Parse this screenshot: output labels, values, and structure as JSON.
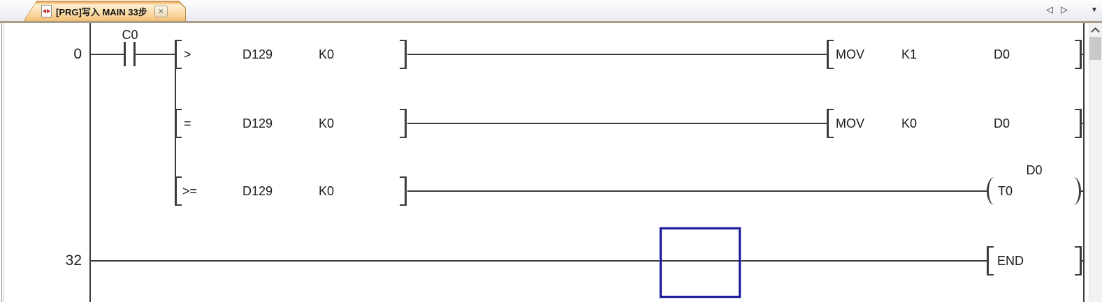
{
  "window": {
    "tab_bar": {
      "active_tab": {
        "title": "[PRG]写入 MAIN 33步",
        "close": "×",
        "icon": "program-document-icon"
      },
      "scroll_left": "◁",
      "scroll_right": "▷",
      "overflow": "▼"
    },
    "scrollbar": {
      "up_icon": "chevron-up"
    }
  },
  "ladder": {
    "rung0": {
      "step": "0",
      "contact_label": "C0",
      "branch1": {
        "op": ">",
        "arg1": "D129",
        "arg2": "K0",
        "out_op": "MOV",
        "out_arg1": "K1",
        "out_arg2": "D0"
      },
      "branch2": {
        "op": "=",
        "arg1": "D129",
        "arg2": "K0",
        "out_op": "MOV",
        "out_arg1": "K0",
        "out_arg2": "D0"
      },
      "branch3": {
        "op": ">=",
        "arg1": "D129",
        "arg2": "K0",
        "coil_name": "T0",
        "coil_value": "D0"
      }
    },
    "rung32": {
      "step": "32",
      "out_op": "END"
    }
  },
  "colors": {
    "tab_fill_top": "#fdeecd",
    "tab_fill_bottom": "#f3bd72",
    "tab_border": "#b98a46",
    "strip_border": "#a89d89",
    "line": "#3c3c3c",
    "cursor": "#1e1e9c"
  }
}
